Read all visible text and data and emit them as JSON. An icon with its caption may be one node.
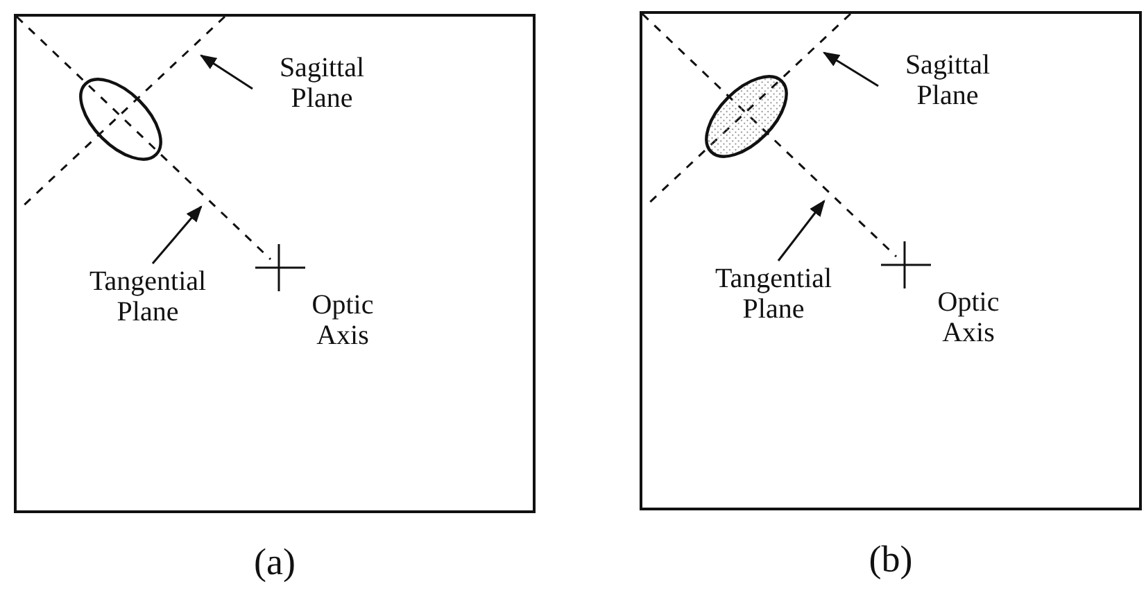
{
  "diagram": {
    "nodes": [
      {
        "text": [
          "(a)"
        ]
      },
      {
        "text": [
          "Sagittal Plane"
        ],
        "in": 0
      },
      {
        "text": [
          "Tangential Plane"
        ],
        "in": 0
      },
      {
        "text": [
          "Optic Axis"
        ],
        "in": 0
      },
      {
        "text": [
          "(b)"
        ]
      },
      {
        "text": [
          "Sagittal Plane"
        ],
        "in": 4
      },
      {
        "text": [
          "Tangential Plane"
        ],
        "in": 4
      },
      {
        "text": [
          "Optic Axis"
        ],
        "in": 4
      }
    ],
    "edges": [
      {
        "from": 1,
        "to": null,
        "arrow": "to"
      },
      {
        "from": 2,
        "to": null,
        "arrow": "to"
      },
      {
        "from": 5,
        "to": null,
        "arrow": "to"
      },
      {
        "from": 6,
        "to": null,
        "arrow": "to"
      }
    ]
  }
}
